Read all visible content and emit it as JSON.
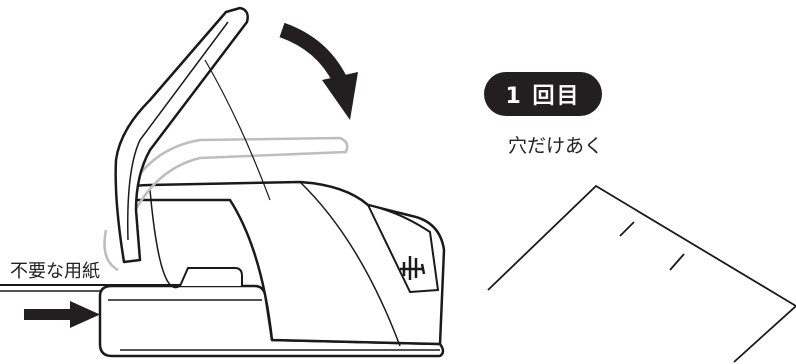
{
  "labels": {
    "waste_paper": "不要な用紙",
    "step_badge": "1 回目",
    "step_caption": "穴だけあく"
  },
  "colors": {
    "ink": "#231f20",
    "outline": "#1a1a1a",
    "ghost": "#bdbdbd",
    "badge_text": "#ffffff"
  },
  "icons": {
    "motion_arrow": "curved-arrow-down-icon",
    "feed_arrow": "arrow-right-icon"
  }
}
